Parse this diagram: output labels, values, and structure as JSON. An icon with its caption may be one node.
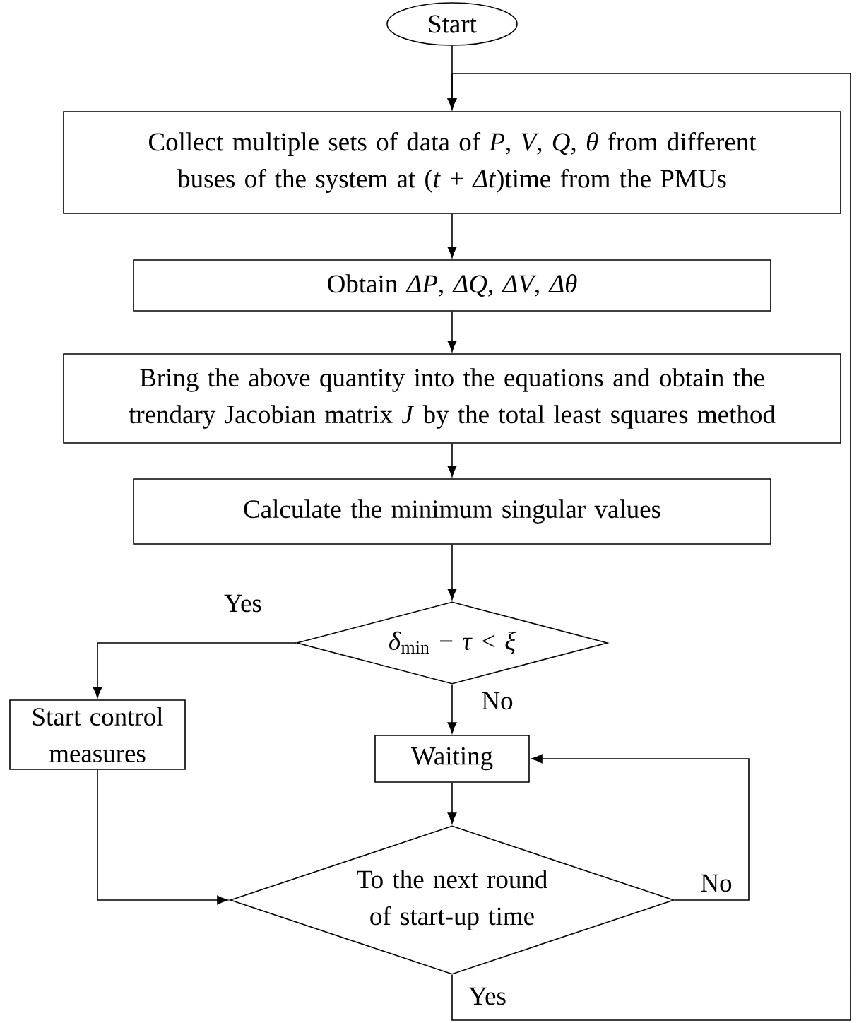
{
  "diagram": {
    "nodes": [
      {
        "text": [
          "Start"
        ]
      },
      {
        "text": [
          "Collect multiple sets of data of *P*, *V*, *Q*, *θ* from different buses of the system at (*t* + *Δt*)time from the PMUs"
        ]
      },
      {
        "text": [
          "Obtain *ΔP*, *ΔQ*, *ΔV*, *Δθ*"
        ]
      },
      {
        "text": [
          "Bring the above quantity into the equations and obtain the trendary Jacobian matrix *J* by the total least squares method"
        ]
      },
      {
        "text": [
          "Calculate the minimum singular values"
        ]
      },
      {
        "text": [
          "*δ*$_{min}$ − *τ* < *ξ*"
        ]
      },
      {
        "text": [
          "Start control measures"
        ]
      },
      {
        "text": [
          "Waiting"
        ]
      },
      {
        "text": [
          "To the next round of start-up time"
        ]
      }
    ],
    "edges": [
      {
        "from": 0,
        "to": 1,
        "arrow": "to"
      },
      {
        "from": 1,
        "to": 2,
        "arrow": "to"
      },
      {
        "from": 2,
        "to": 3,
        "arrow": "to"
      },
      {
        "from": 3,
        "to": 4,
        "arrow": "to"
      },
      {
        "from": 4,
        "to": 5,
        "arrow": "to"
      },
      {
        "from": 5,
        "to": 6,
        "arrow": "to",
        "label": "Yes"
      },
      {
        "from": 5,
        "to": 7,
        "arrow": "to",
        "label": "No"
      },
      {
        "from": 6,
        "to": 8,
        "arrow": "to"
      },
      {
        "from": 7,
        "to": 8,
        "arrow": "to"
      },
      {
        "from": 8,
        "to": 7,
        "arrow": "to",
        "label": "No"
      },
      {
        "from": 8,
        "to": 1,
        "arrow": "to",
        "label": "Yes"
      }
    ]
  }
}
